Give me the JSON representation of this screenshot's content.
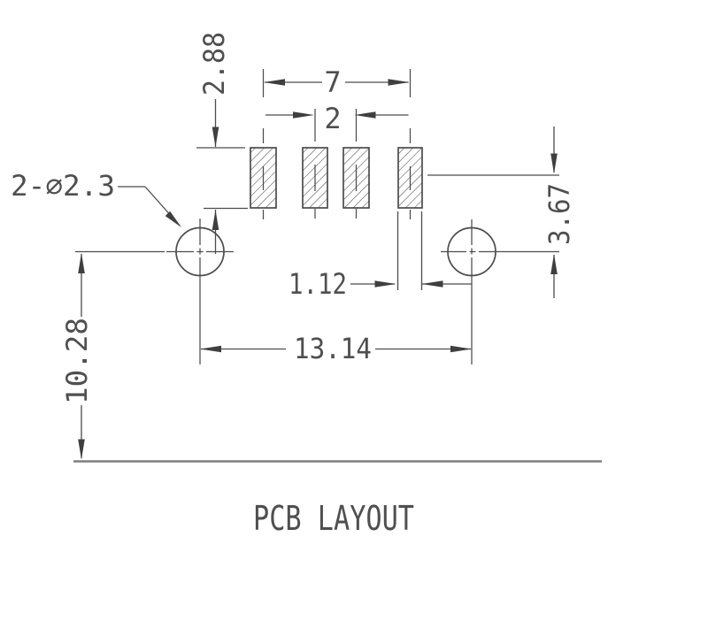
{
  "drawing": {
    "title": "PCB LAYOUT",
    "callout": "2-⌀2.3",
    "dims": {
      "pad_height": "2.88",
      "pad_span_outer": "7",
      "pad_pitch_inner": "2",
      "pad_width": "1.12",
      "pad_to_hole": "3.67",
      "hole_span": "13.14",
      "hole_to_edge": "10.28"
    },
    "colors": {
      "line": "#4c4c4c",
      "text": "#4f4f4f",
      "arrow": "#3f3f3f",
      "edge": "#7e7e7e"
    }
  }
}
